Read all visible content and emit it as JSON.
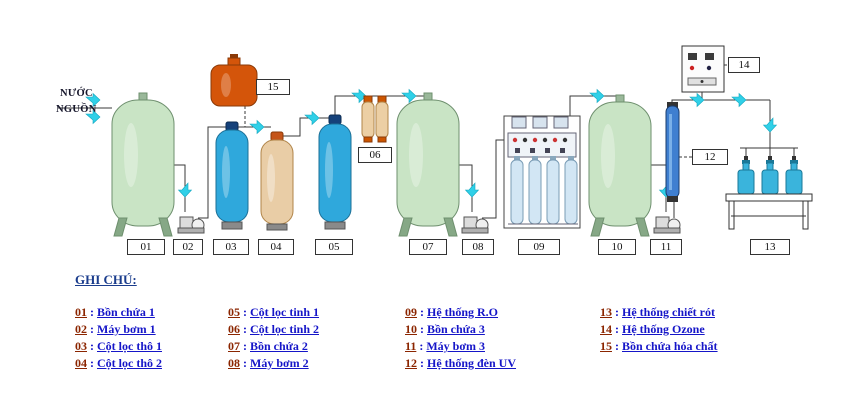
{
  "source": {
    "line1": "NƯỚC",
    "line2": "NGUỒN"
  },
  "tags": [
    "01",
    "02",
    "03",
    "04",
    "05",
    "06",
    "07",
    "08",
    "09",
    "10",
    "11",
    "12",
    "13",
    "14",
    "15"
  ],
  "legend": {
    "title": "GHI CHÚ:",
    "separator": " : ",
    "columns": [
      {
        "items": [
          {
            "num": "01",
            "name": "Bồn chứa 1"
          },
          {
            "num": "02",
            "name": "Máy bơm 1"
          },
          {
            "num": "03",
            "name": "Cột lọc thô 1"
          },
          {
            "num": "04",
            "name": "Cột lọc thô 2"
          }
        ]
      },
      {
        "items": [
          {
            "num": "05",
            "name": "Cột lọc tinh 1"
          },
          {
            "num": "06",
            "name": "Cột lọc tinh 2"
          },
          {
            "num": "07",
            "name": "Bồn chứa 2"
          },
          {
            "num": "08",
            "name": "Máy bơm 2"
          }
        ]
      },
      {
        "items": [
          {
            "num": "09",
            "name": "Hệ thống R.O"
          },
          {
            "num": "10",
            "name": "Bồn chứa 3"
          },
          {
            "num": "11",
            "name": "Máy bơm 3"
          },
          {
            "num": "12",
            "name": "Hệ thống đèn UV"
          }
        ]
      },
      {
        "items": [
          {
            "num": "13",
            "name": "Hệ thống chiết rót"
          },
          {
            "num": "14",
            "name": "Hệ thống Ozone"
          },
          {
            "num": "15",
            "name": "Bồn chứa hóa chất"
          }
        ]
      }
    ]
  },
  "colors": {
    "tank_green": "#c9e4c5",
    "filter_blue": "#2fa8dc",
    "filter_tan": "#e9cda6",
    "chemical_orange": "#d4550a",
    "arrow_cyan": "#30d0e8",
    "legend_blue": "#1515c8",
    "legend_number": "#8b2500",
    "legend_title": "#1a3c8c"
  }
}
